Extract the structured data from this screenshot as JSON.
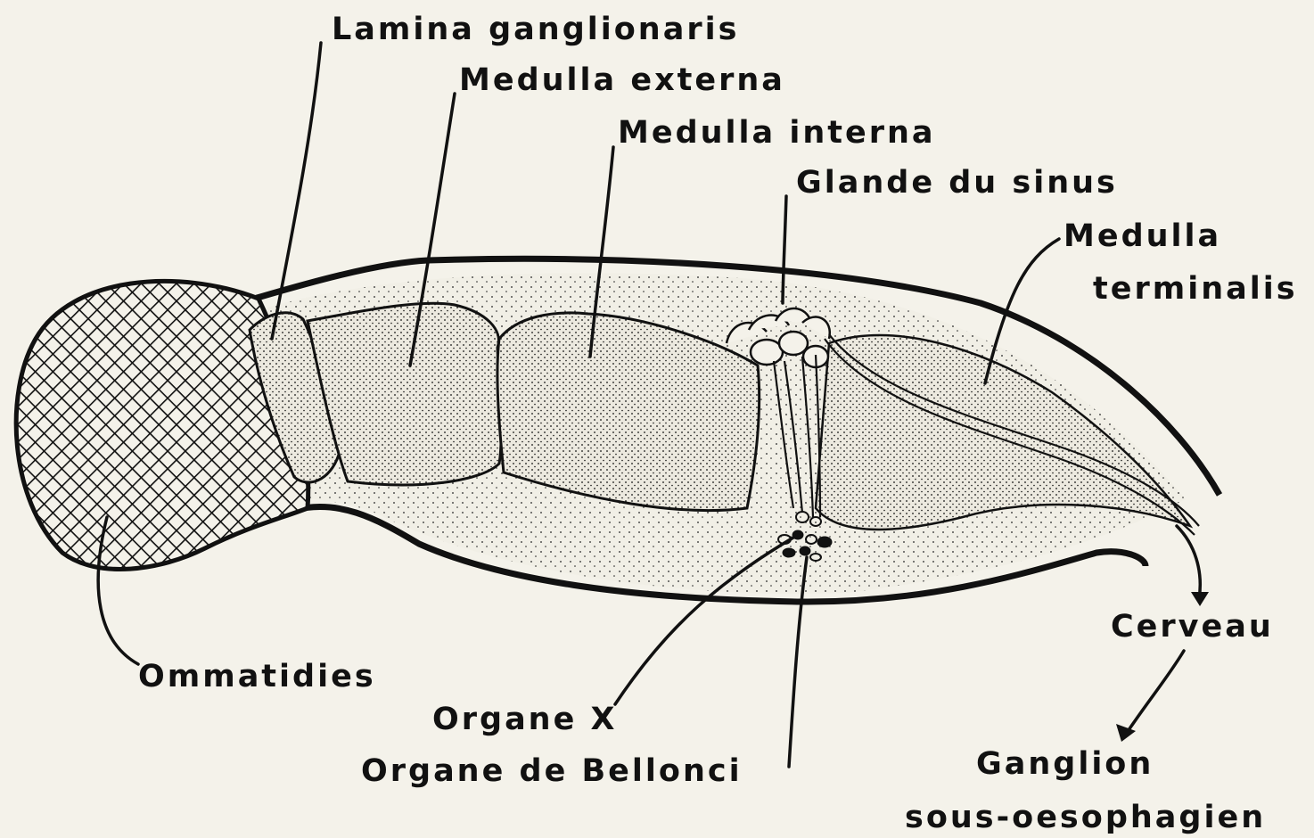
{
  "labels": {
    "lamina": "Lamina ganglionaris",
    "medulla_externa": "Medulla externa",
    "medulla_interna": "Medulla interna",
    "glande_sinus": "Glande du sinus",
    "medulla_terminalis_1": "Medulla",
    "medulla_terminalis_2": "terminalis",
    "ommatidies": "Ommatidies",
    "organe_x": "Organe X",
    "organe_bellonci": "Organe de Bellonci",
    "cerveau": "Cerveau",
    "ganglion_1": "Ganglion",
    "ganglion_2": "sous-oesophagien"
  },
  "colors": {
    "ink": "#111111",
    "paper": "#f4f2ea",
    "stipple_fill": "#ebe8de"
  }
}
